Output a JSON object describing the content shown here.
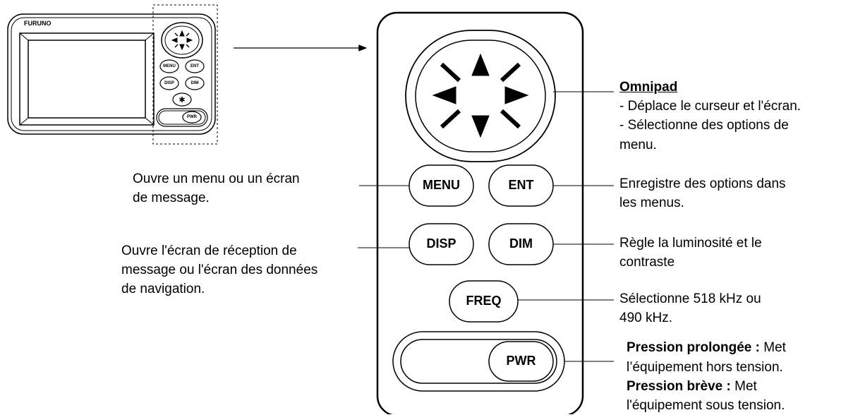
{
  "device": {
    "brand": "FURUNO",
    "buttons": {
      "menu": "MENU",
      "ent": "ENT",
      "disp": "DISP",
      "dim": "DIM",
      "freq": "FREQ",
      "pwr": "PWR"
    }
  },
  "annotations": {
    "omnipad": {
      "title": "Omnipad",
      "lines": [
        "- Déplace le curseur et l'écran.",
        "- Sélectionne des options de",
        "menu."
      ]
    },
    "menu": [
      "Ouvre un menu ou un écran",
      "de message."
    ],
    "ent": [
      "Enregistre des options dans",
      "les menus."
    ],
    "disp": [
      "Ouvre l'écran de réception de",
      "message ou l'écran des données",
      "de navigation."
    ],
    "dim": [
      "Règle la luminosité et le",
      "contraste"
    ],
    "freq": [
      "Sélectionne 518 kHz ou",
      "490 kHz."
    ],
    "pwr": {
      "long_label": "Pression prolongée :",
      "long_text": " Met",
      "long_line2": "l’équipement hors tension.",
      "short_label": "Pression brève :",
      "short_text": " Met",
      "short_line2": "l'équipement sous tension."
    }
  }
}
